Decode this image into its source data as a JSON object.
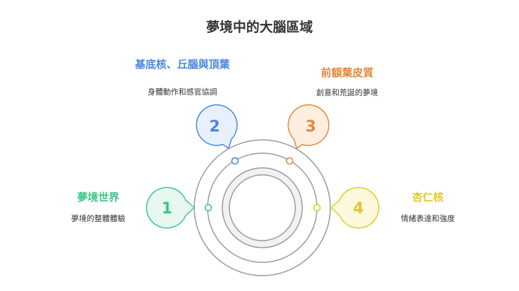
{
  "title": "夢境中的大腦區域",
  "colors": {
    "blue": "#4a86e0",
    "orange": "#e08a3c",
    "green": "#3cc587",
    "yellow": "#e0c92a",
    "ring": "#9a9a9a",
    "text": "#333333"
  },
  "items": [
    {
      "number": "1",
      "heading": "夢境世界",
      "description": "夢境的整體體驗",
      "color": "#3cc587"
    },
    {
      "number": "2",
      "heading": "基底核、丘腦與頂葉",
      "description": "身體動作和感官協調",
      "color": "#4a86e0"
    },
    {
      "number": "3",
      "heading": "前額葉皮質",
      "description": "創意和荒誕的夢境",
      "color": "#e08a3c"
    },
    {
      "number": "4",
      "heading": "杏仁核",
      "description": "情緒表達和強度",
      "color": "#e0c92a"
    }
  ]
}
